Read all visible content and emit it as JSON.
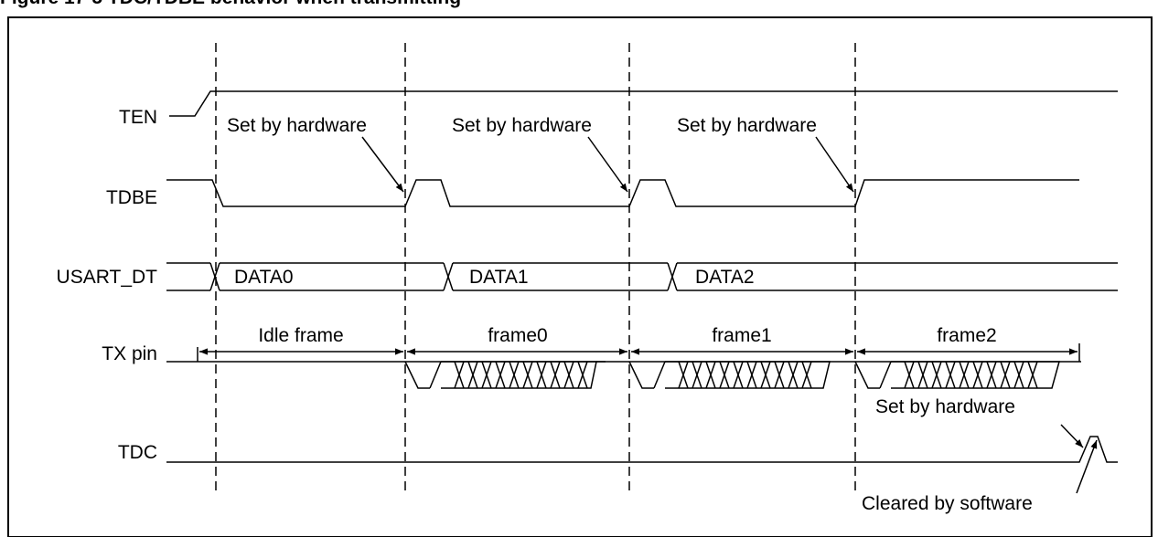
{
  "title": "Figure 17-5 TDC/TDBE behavior when transmitting",
  "signals": {
    "ten": "TEN",
    "tdbe": "TDBE",
    "usart_dt": "USART_DT",
    "tx_pin": "TX pin",
    "tdc": "TDC"
  },
  "data_words": [
    "DATA0",
    "DATA1",
    "DATA2"
  ],
  "frames": [
    "Idle frame",
    "frame0",
    "frame1",
    "frame2"
  ],
  "annotations": {
    "set_by_hardware": "Set by hardware",
    "cleared_by_software": "Cleared by software"
  }
}
